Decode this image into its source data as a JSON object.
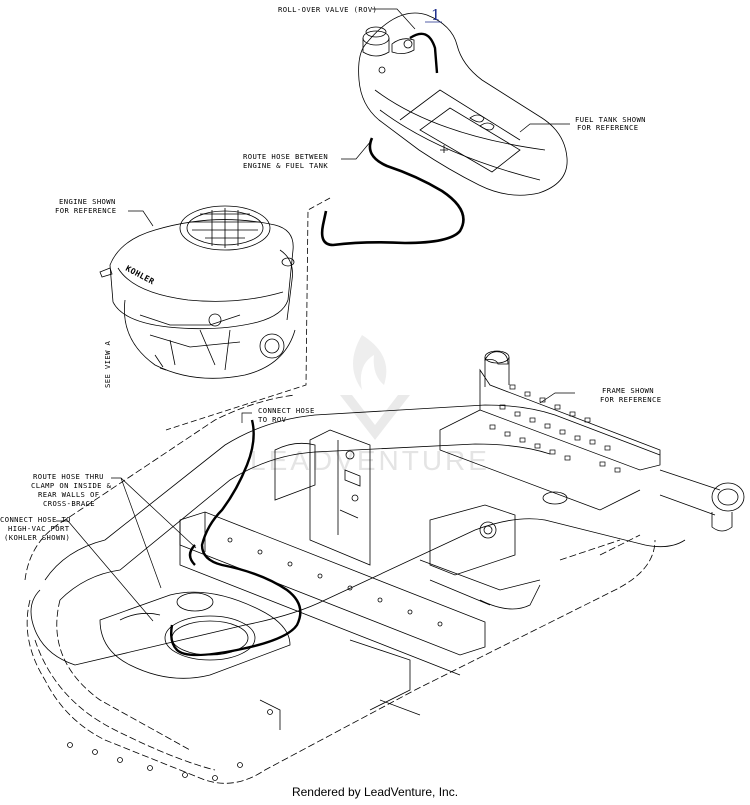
{
  "labels": {
    "rov": "ROLL-OVER VALVE (ROV)",
    "fuel_tank_1": "FUEL TANK SHOWN",
    "fuel_tank_2": "FOR REFERENCE",
    "route_hose_1": "ROUTE HOSE BETWEEN",
    "route_hose_2": "ENGINE & FUEL TANK",
    "engine_1": "ENGINE SHOWN",
    "engine_2": "FOR REFERENCE",
    "see_view": "SEE VIEW A",
    "connect_rov_1": "CONNECT HOSE",
    "connect_rov_2": "TO ROV",
    "frame_1": "FRAME SHOWN",
    "frame_2": "FOR REFERENCE",
    "route_thru_1": "ROUTE HOSE THRU",
    "route_thru_2": "CLAMP ON INSIDE &",
    "route_thru_3": "REAR WALLS OF",
    "route_thru_4": "CROSS-BRACE",
    "connect_vac_1": "CONNECT HOSE TO",
    "connect_vac_2": "HIGH-VAC PORT",
    "connect_vac_3": "(KOHLER SHOWN)",
    "engine_brand": "KOHLER"
  },
  "callout_number": "1",
  "footer": "Rendered by LeadVenture, Inc.",
  "colors": {
    "ink": "#000000",
    "callout": "#1a2a8a",
    "watermark": "#e2e2e2"
  }
}
